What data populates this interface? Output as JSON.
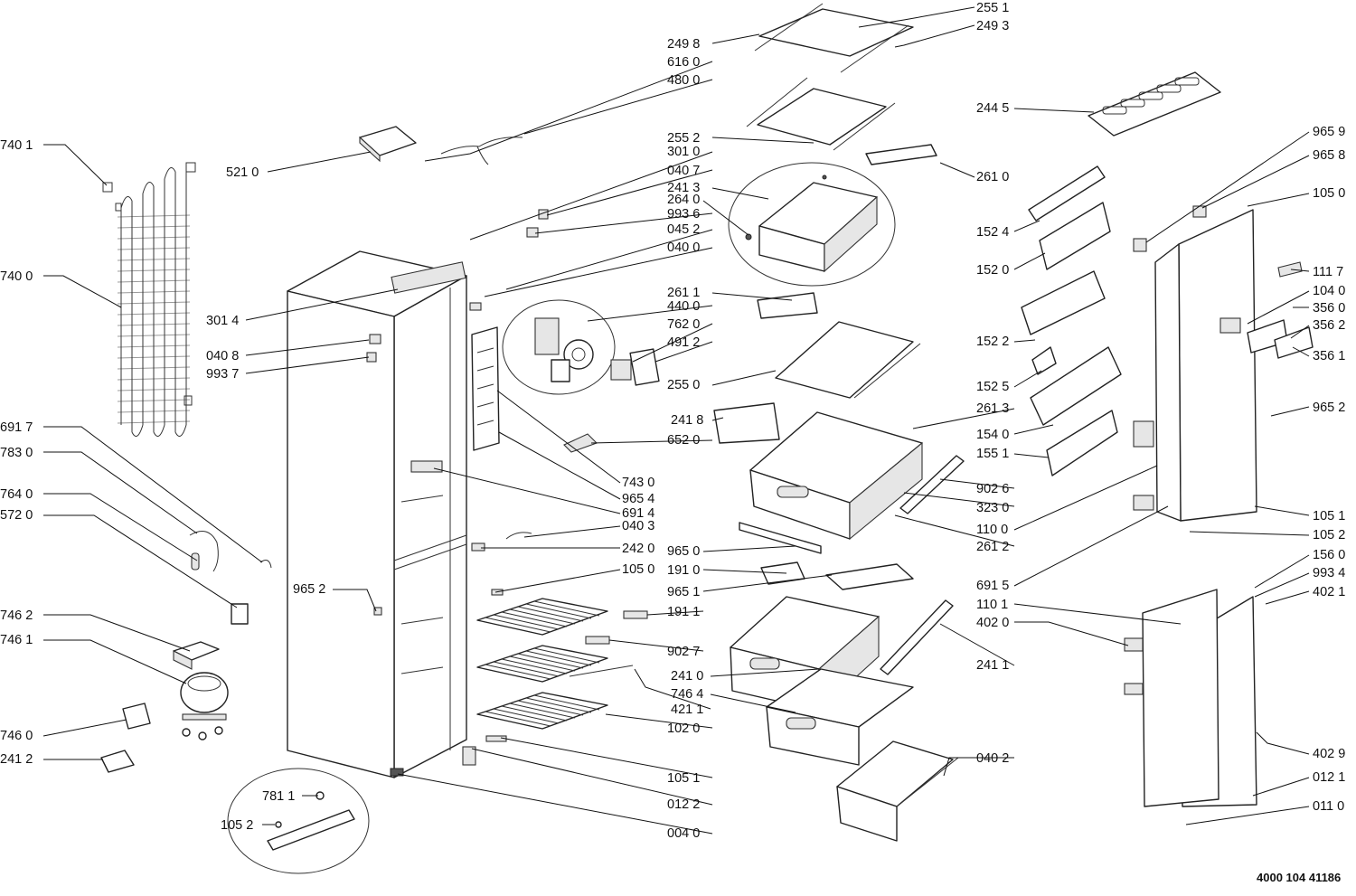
{
  "document_number": "4000 104 41186",
  "callouts": [
    {
      "id": "255 1"
    },
    {
      "id": "249 8"
    },
    {
      "id": "249 3"
    },
    {
      "id": "616 0"
    },
    {
      "id": "480 0"
    },
    {
      "id": "244 5"
    },
    {
      "id": "255 2"
    },
    {
      "id": "301 0"
    },
    {
      "id": "040 7"
    },
    {
      "id": "241 3"
    },
    {
      "id": "264 0"
    },
    {
      "id": "993 6"
    },
    {
      "id": "045 2"
    },
    {
      "id": "040 0"
    },
    {
      "id": "261 0"
    },
    {
      "id": "740 1"
    },
    {
      "id": "521 0"
    },
    {
      "id": "965 9"
    },
    {
      "id": "965 8"
    },
    {
      "id": "105 0"
    },
    {
      "id": "152 4"
    },
    {
      "id": "152 0"
    },
    {
      "id": "111 7"
    },
    {
      "id": "104 0"
    },
    {
      "id": "356 0"
    },
    {
      "id": "356 2"
    },
    {
      "id": "356 1"
    },
    {
      "id": "740 0"
    },
    {
      "id": "261 1"
    },
    {
      "id": "440 0"
    },
    {
      "id": "301 4"
    },
    {
      "id": "762 0"
    },
    {
      "id": "491 2"
    },
    {
      "id": "152 2"
    },
    {
      "id": "040 8"
    },
    {
      "id": "993 7"
    },
    {
      "id": "255 0"
    },
    {
      "id": "152 5"
    },
    {
      "id": "965 2"
    },
    {
      "id": "261 3"
    },
    {
      "id": "241 8"
    },
    {
      "id": "154 0"
    },
    {
      "id": "652 0"
    },
    {
      "id": "691 7"
    },
    {
      "id": "155 1"
    },
    {
      "id": "783 0"
    },
    {
      "id": "743 0"
    },
    {
      "id": "902 6"
    },
    {
      "id": "965 4"
    },
    {
      "id": "323 0"
    },
    {
      "id": "764 0"
    },
    {
      "id": "691 4"
    },
    {
      "id": "572 0"
    },
    {
      "id": "110 0"
    },
    {
      "id": "105 1"
    },
    {
      "id": "105 2"
    },
    {
      "id": "040 3"
    },
    {
      "id": "242 0"
    },
    {
      "id": "261 2"
    },
    {
      "id": "965 0"
    },
    {
      "id": "156 0"
    },
    {
      "id": "191 0"
    },
    {
      "id": "691 5"
    },
    {
      "id": "105 0"
    },
    {
      "id": "993 4"
    },
    {
      "id": "965 1"
    },
    {
      "id": "965 2"
    },
    {
      "id": "402 1"
    },
    {
      "id": "746 2"
    },
    {
      "id": "191 1"
    },
    {
      "id": "110 1"
    },
    {
      "id": "402 0"
    },
    {
      "id": "746 1"
    },
    {
      "id": "902 7"
    },
    {
      "id": "241 1"
    },
    {
      "id": "241 0"
    },
    {
      "id": "746 4"
    },
    {
      "id": "421 1"
    },
    {
      "id": "746 0"
    },
    {
      "id": "102 0"
    },
    {
      "id": "402 9"
    },
    {
      "id": "241 2"
    },
    {
      "id": "040 2"
    },
    {
      "id": "105 1"
    },
    {
      "id": "012 1"
    },
    {
      "id": "781 1"
    },
    {
      "id": "012 2"
    },
    {
      "id": "105 2"
    },
    {
      "id": "011 0"
    },
    {
      "id": "004 0"
    }
  ]
}
